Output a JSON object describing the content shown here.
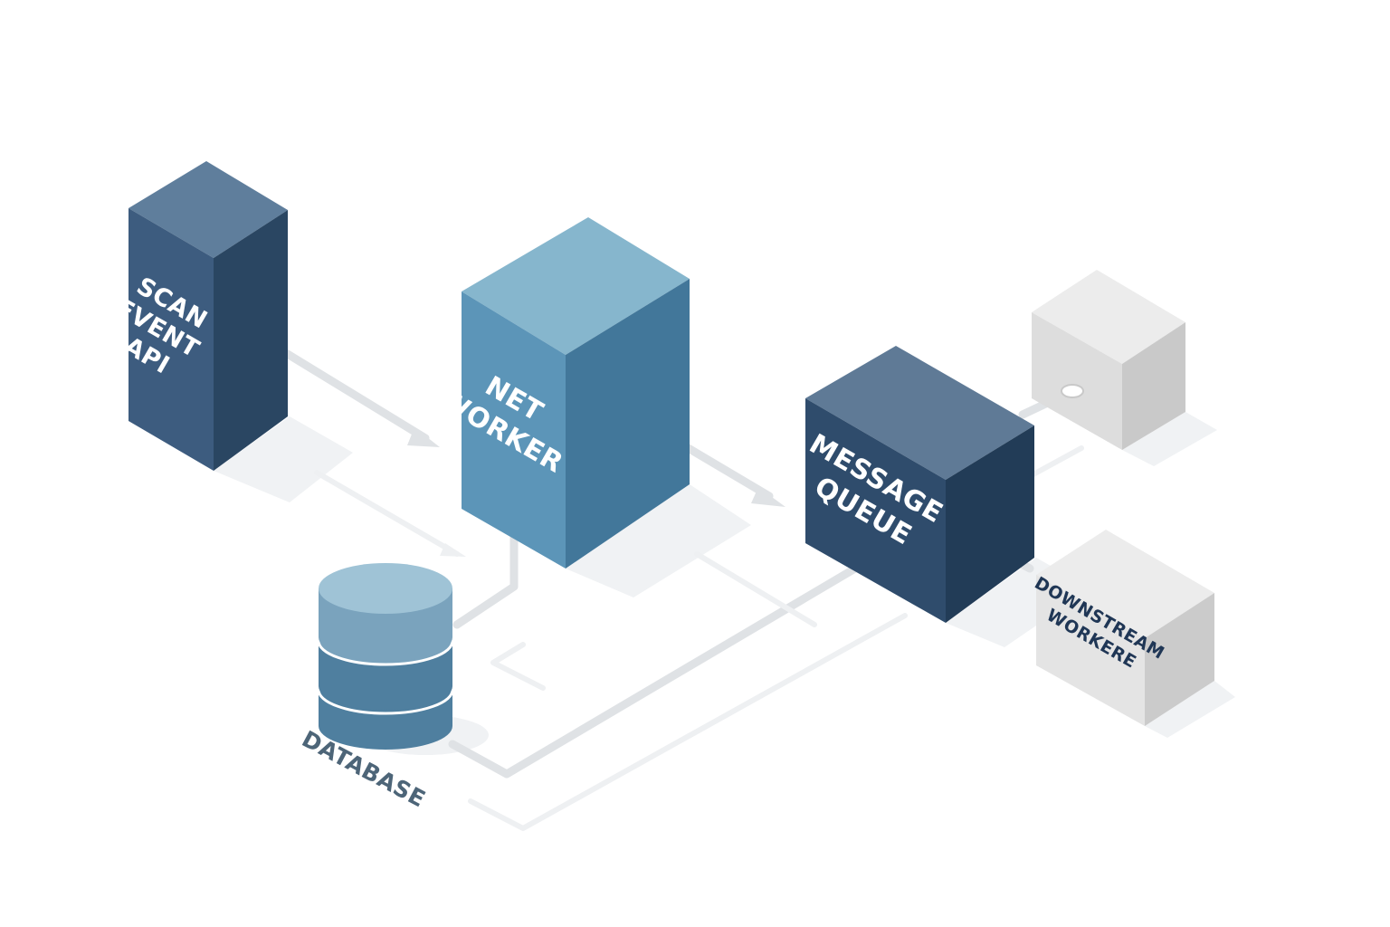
{
  "nodes": {
    "scan_event_api": {
      "lines": [
        "SCAN",
        "EVENT",
        "API"
      ],
      "top": "#5f7e9c",
      "left": "#3d5c7f",
      "right": "#2a4662",
      "text": "#ffffff"
    },
    "net_worker": {
      "lines": [
        "NET",
        "WORKER"
      ],
      "top": "#86b6cd",
      "left": "#5c95b8",
      "right": "#42779a",
      "text": "#ffffff"
    },
    "message_queue": {
      "lines": [
        "MESSAGE",
        "QUEUE"
      ],
      "top": "#5f7a96",
      "left": "#2f4c6c",
      "right": "#223c57",
      "text": "#ffffff"
    },
    "worker_box_top": {
      "top": "#ececec",
      "left": "#dddddd",
      "right": "#c9c9c9"
    },
    "downstream_worker": {
      "lines": [
        "DOWNSTREAM",
        "WORKERE"
      ],
      "top": "#ececec",
      "left": "#e4e4e4",
      "right": "#cbcbcb",
      "text": "#1f3655"
    },
    "database": {
      "label": "DATABASE",
      "layers": [
        "#9fc3d6",
        "#7aa3bd",
        "#4f7f9f"
      ],
      "text": "#4d6578"
    }
  },
  "connector_color": "#dfe2e5",
  "shadow_color": "#eef0f2"
}
